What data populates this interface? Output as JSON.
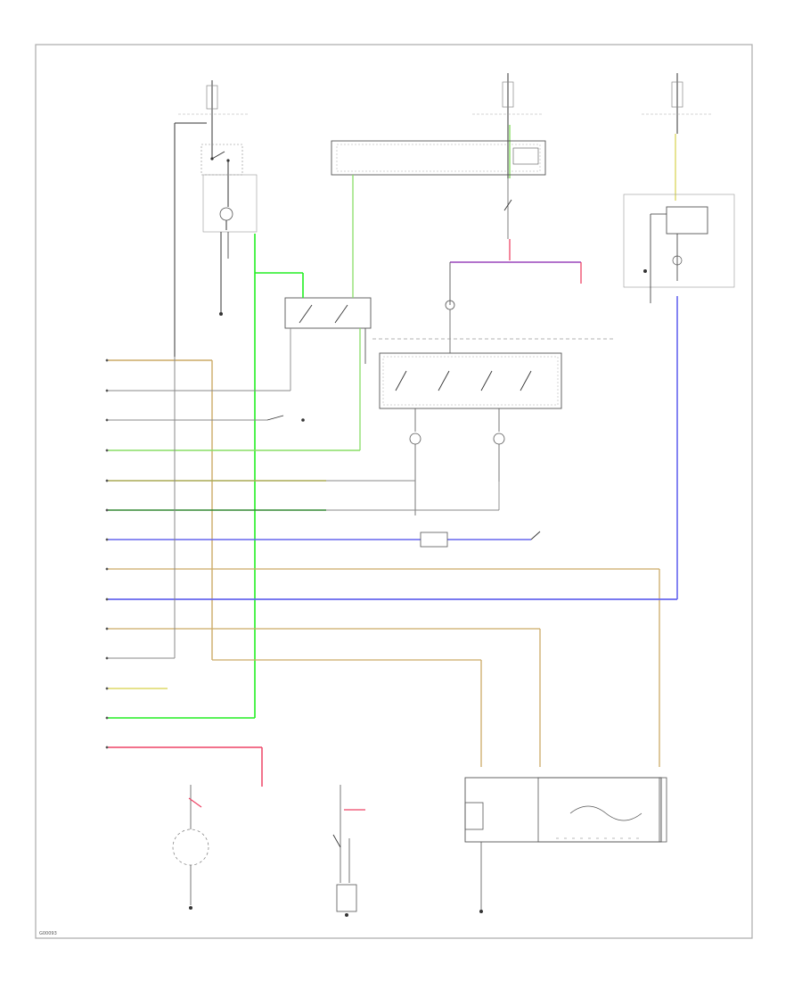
{
  "diagram": {
    "reference": "G00093",
    "colors": {
      "black_wire": "#333333",
      "gray_wire": "#888888",
      "yellow_wire": "#ccbb44",
      "green_wire": "#22cc22",
      "light_green_wire": "#88dd66",
      "dark_green_wire": "#338833",
      "blue_wire": "#6666ee",
      "tan_wire": "#ccaa66",
      "pink_wire": "#ee4466",
      "purple_wire": "#9944bb",
      "border": "#aaaaaa"
    },
    "connector_rows": [
      {
        "name": "row-1",
        "color": "tan"
      },
      {
        "name": "row-2",
        "color": "gray"
      },
      {
        "name": "row-3",
        "color": "gray"
      },
      {
        "name": "row-4",
        "color": "green"
      },
      {
        "name": "row-5",
        "color": "dark_green"
      },
      {
        "name": "row-6",
        "color": "dark_green"
      },
      {
        "name": "row-7",
        "color": "blue"
      },
      {
        "name": "row-8",
        "color": "tan"
      },
      {
        "name": "row-9",
        "color": "blue"
      },
      {
        "name": "row-10",
        "color": "tan"
      },
      {
        "name": "row-11",
        "color": "gray"
      },
      {
        "name": "row-12",
        "color": "yellow"
      },
      {
        "name": "row-13",
        "color": "green"
      },
      {
        "name": "row-14",
        "color": "pink"
      }
    ]
  }
}
